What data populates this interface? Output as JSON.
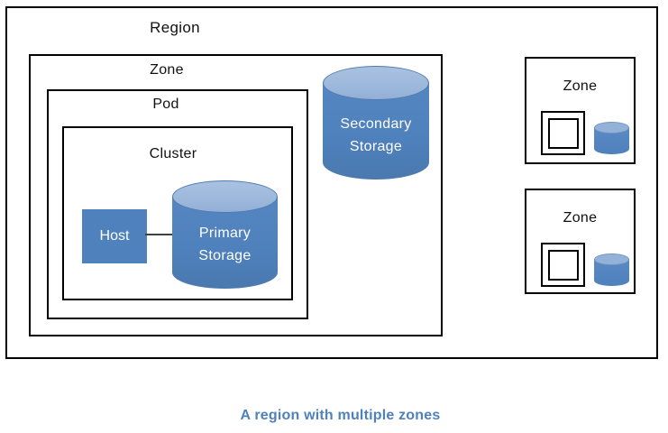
{
  "diagram": {
    "region": {
      "label": "Region"
    },
    "zone": {
      "label": "Zone"
    },
    "pod": {
      "label": "Pod"
    },
    "cluster": {
      "label": "Cluster"
    },
    "host": {
      "label": "Host"
    },
    "primary_storage": {
      "line1": "Primary",
      "line2": "Storage"
    },
    "secondary_storage": {
      "line1": "Secondary",
      "line2": "Storage"
    },
    "right_zones": [
      {
        "label": "Zone"
      },
      {
        "label": "Zone"
      }
    ]
  },
  "caption": {
    "text": "A region with multiple zones"
  },
  "colors": {
    "box_border": "#000000",
    "cylinder_body": "#4f81bd",
    "cylinder_top": "#9db8db",
    "host_fill": "#4f81bd",
    "connector": "#404040",
    "caption_text": "#4e81bd",
    "label_text": "#111111"
  }
}
